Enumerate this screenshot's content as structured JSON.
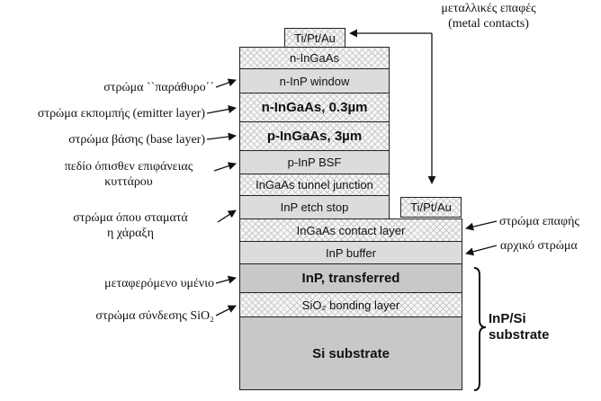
{
  "stack": {
    "top_contact": "Ti/Pt/Au",
    "side_contact": "Ti/Pt/Au",
    "layers": [
      {
        "id": "n-ingaas",
        "text": "n-InGaAs"
      },
      {
        "id": "n-inp-window",
        "text": "n-InP window"
      },
      {
        "id": "emitter",
        "text": "n-InGaAs, 0.3µm"
      },
      {
        "id": "base",
        "text": "p-InGaAs, 3µm"
      },
      {
        "id": "bsf",
        "text": "p-InP BSF"
      },
      {
        "id": "tunnel",
        "text": "InGaAs tunnel junction"
      },
      {
        "id": "etch-stop",
        "text": "InP etch stop"
      },
      {
        "id": "contact",
        "text": "InGaAs contact layer"
      },
      {
        "id": "buffer",
        "text": "InP buffer"
      },
      {
        "id": "transferred",
        "text": "InP, transferred"
      },
      {
        "id": "bonding",
        "text": "SiO₂ bonding layer"
      },
      {
        "id": "substrate",
        "text": "Si substrate"
      }
    ]
  },
  "labels": {
    "metal_contacts_gr": "μεταλλικές επαφές",
    "metal_contacts_en": "(metal contacts)",
    "window": "στρώμα ``παράθυρο΄΄",
    "emitter": "στρώμα εκπομπής (emitter layer)",
    "base": "στρώμα βάσης (base layer)",
    "bsf_line1": "πεδίο όπισθεν επιφάνειας",
    "bsf_line2": "κυττάρου",
    "etch_line1": "στρώμα όπου σταματά",
    "etch_line2": "η χάραξη",
    "contact_layer": "στρώμα επαφής",
    "buffer": "αρχικό στρώμα",
    "transferred": "μεταφερόμενο υμένιο",
    "bonding": "στρώμα σύνδεσης SiO₂",
    "substrate_line1": "InP/Si",
    "substrate_line2": "substrate"
  }
}
